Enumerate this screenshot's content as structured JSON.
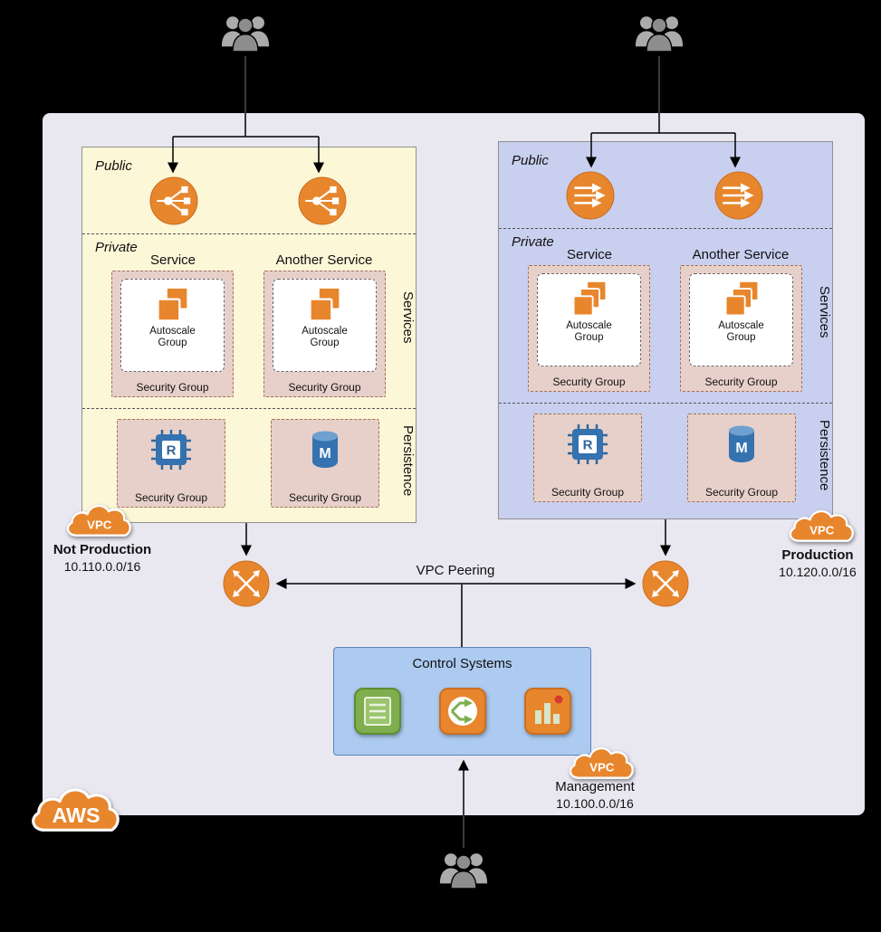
{
  "vpcs": [
    {
      "public_label": "Public",
      "private_label": "Private",
      "services_section_label": "Services",
      "persistence_section_label": "Persistence",
      "service_columns": [
        {
          "title": "Service",
          "autoscale_label": "Autoscale Group",
          "security_group_label": "Security Group"
        },
        {
          "title": "Another Service",
          "autoscale_label": "Autoscale Group",
          "security_group_label": "Security Group"
        }
      ],
      "persistence_nodes": [
        {
          "icon": "cache-node-icon",
          "letter": "R",
          "security_group_label": "Security Group"
        },
        {
          "icon": "database-icon",
          "letter": "M",
          "security_group_label": "Security Group"
        }
      ],
      "badge": "VPC",
      "name": "Not Production",
      "cidr": "10.110.0.0/16"
    },
    {
      "public_label": "Public",
      "private_label": "Private",
      "services_section_label": "Services",
      "persistence_section_label": "Persistence",
      "service_columns": [
        {
          "title": "Service",
          "autoscale_label": "Autoscale Group",
          "security_group_label": "Security Group"
        },
        {
          "title": "Another Service",
          "autoscale_label": "Autoscale Group",
          "security_group_label": "Security Group"
        }
      ],
      "persistence_nodes": [
        {
          "icon": "cache-node-icon",
          "letter": "R",
          "security_group_label": "Security Group"
        },
        {
          "icon": "database-icon",
          "letter": "M",
          "security_group_label": "Security Group"
        }
      ],
      "badge": "VPC",
      "name": "Production",
      "cidr": "10.120.0.0/16"
    }
  ],
  "peering_label": "VPC Peering",
  "control_systems": {
    "title": "Control Systems",
    "icons": [
      "config-rules-icon",
      "workflow-icon",
      "monitoring-chart-icon"
    ],
    "badge": "VPC",
    "name": "Management",
    "cidr": "10.100.0.0/16"
  },
  "aws_label": "AWS",
  "colors": {
    "region_bg": "#e9e7ef",
    "vpc_not_production_bg": "#fcf7d7",
    "vpc_production_bg": "#c9cfee",
    "security_group_bg": "#e7d0c9",
    "control_systems_bg": "#adcbf1",
    "aws_orange": "#e8862d"
  }
}
